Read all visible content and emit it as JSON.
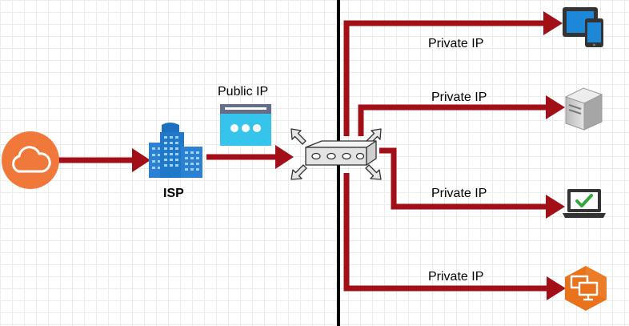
{
  "labels": {
    "isp": "ISP",
    "public_ip": "Public IP",
    "private_ip_1": "Private IP",
    "private_ip_2": "Private IP",
    "private_ip_3": "Private IP",
    "private_ip_4": "Private IP"
  },
  "nodes": [
    {
      "id": "cloud",
      "icon": "cloud-icon"
    },
    {
      "id": "isp",
      "icon": "building-icon"
    },
    {
      "id": "public-ip",
      "icon": "ip-address-icon"
    },
    {
      "id": "router",
      "icon": "router-icon"
    },
    {
      "id": "mobile-devices",
      "icon": "tablet-phone-icon"
    },
    {
      "id": "server",
      "icon": "server-icon"
    },
    {
      "id": "laptop",
      "icon": "laptop-check-icon"
    },
    {
      "id": "desktop",
      "icon": "desktop-icon"
    }
  ],
  "colors": {
    "arrow": "#a20f17",
    "cloud": "#f0783b",
    "building": "#1f78c8",
    "ip_box": "#36c3ec",
    "ip_box_header": "#656e88",
    "divider": "#000000",
    "desktop_hex": "#e8731c"
  }
}
